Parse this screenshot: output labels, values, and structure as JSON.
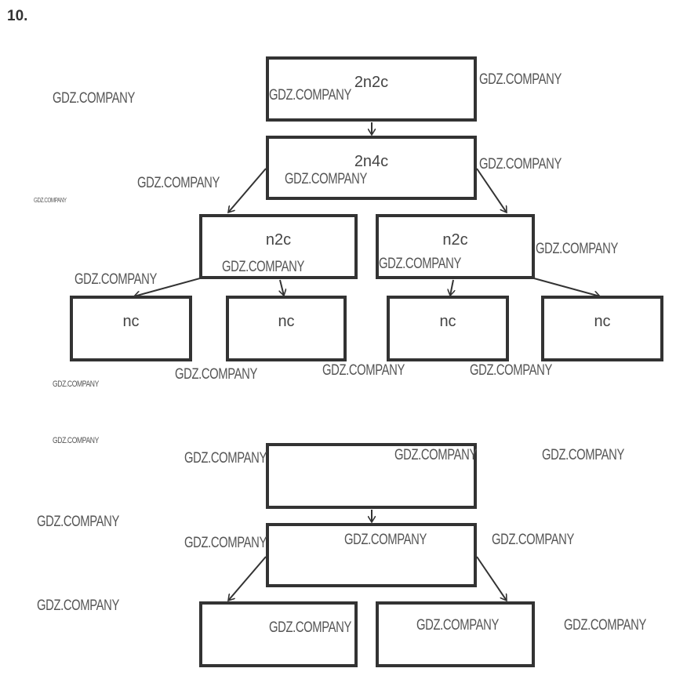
{
  "task_number": "10.",
  "watermark": "GDZ.COMPANY",
  "top_tree": {
    "root": "2n2c",
    "level2": "2n4c",
    "level3": [
      "n2c",
      "n2c"
    ],
    "level4": [
      "nc",
      "nc",
      "nc",
      "nc"
    ]
  },
  "bottom_tree": {
    "root": "",
    "level2": "",
    "level3": [
      "",
      ""
    ]
  }
}
